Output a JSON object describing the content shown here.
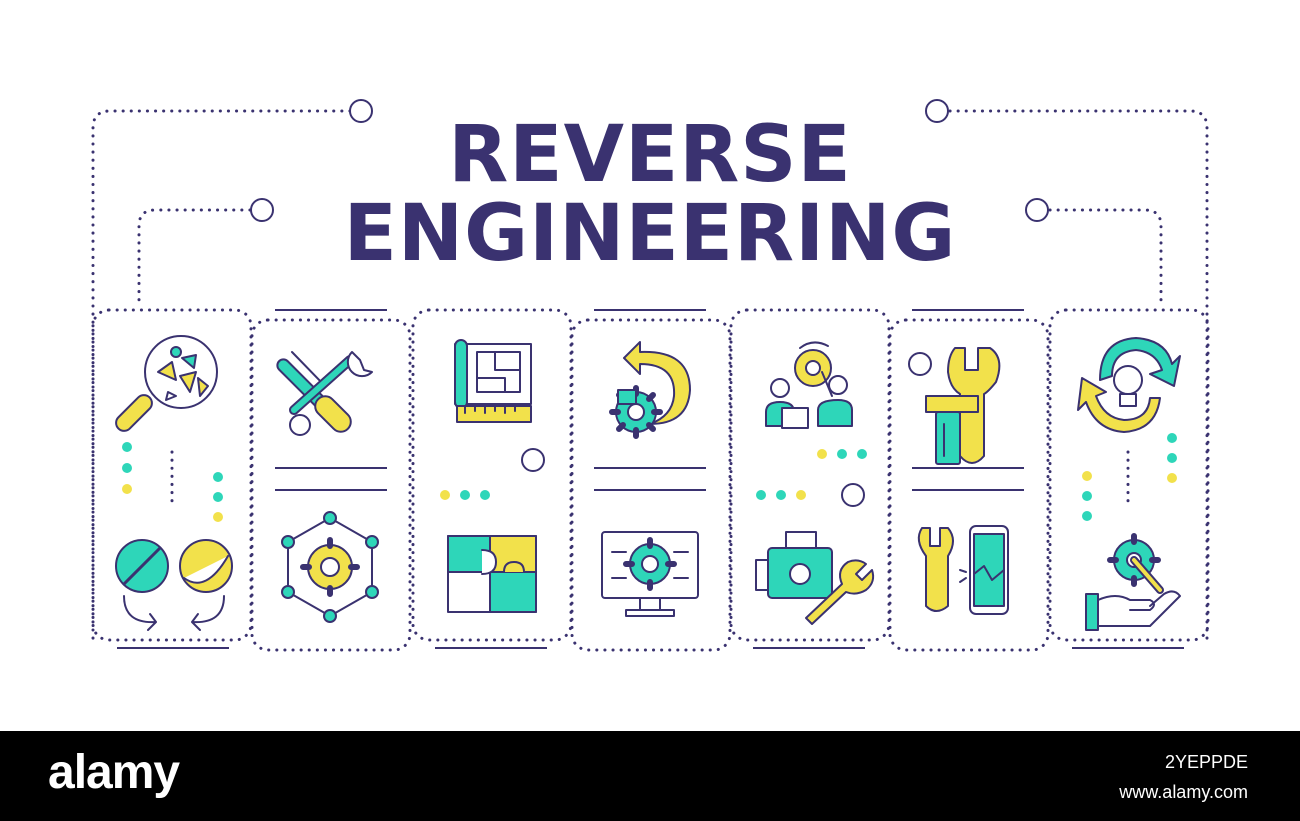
{
  "title": {
    "line1": "REVERSE",
    "line2": "ENGINEERING"
  },
  "colors": {
    "navy": "#3a3270",
    "teal": "#2ed6b9",
    "yellow": "#f2e14b",
    "footer": "#000000"
  },
  "icons": [
    "magnifier-shapes-icon",
    "tools-crossed-icon",
    "blueprint-icon",
    "rotate-gear-icon",
    "team-gear-icon",
    "wrench-paint-icon",
    "idea-cycle-icon",
    "exchange-circles-icon",
    "network-gear-icon",
    "puzzle-icon",
    "monitor-gear-icon",
    "engine-wrench-icon",
    "phone-repair-icon",
    "hand-gear-icon"
  ],
  "watermark": {
    "brand": "alamy",
    "image_id": "2YEPPDE",
    "site": "www.alamy.com"
  }
}
